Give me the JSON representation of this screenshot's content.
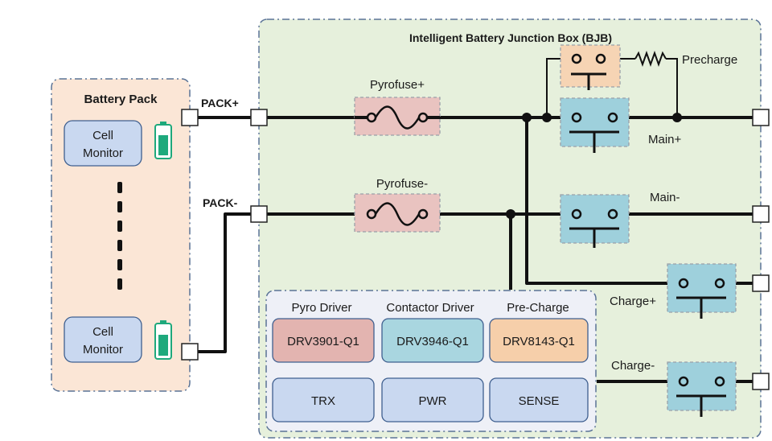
{
  "bjb": {
    "title": "Intelligent Battery Junction Box (BJB)"
  },
  "battery_pack": {
    "title": "Battery Pack",
    "cell_monitor_top": [
      "Cell",
      "Monitor"
    ],
    "cell_monitor_bottom": [
      "Cell",
      "Monitor"
    ]
  },
  "terminals": {
    "pack_plus": "PACK+",
    "pack_minus": "PACK-"
  },
  "fuses": {
    "plus": "Pyrofuse+",
    "minus": "Pyrofuse-"
  },
  "contactors": {
    "precharge": "Precharge",
    "main_plus": "Main+",
    "main_minus": "Main-",
    "charge_plus": "Charge+",
    "charge_minus": "Charge-"
  },
  "control": {
    "headers": [
      "Pyro Driver",
      "Contactor Driver",
      "Pre-Charge"
    ],
    "chips": [
      "DRV3901-Q1",
      "DRV3946-Q1",
      "DRV8143-Q1"
    ],
    "blocks": [
      "TRX",
      "PWR",
      "SENSE"
    ]
  },
  "colors": {
    "bjb_fill": "#e6f0dc",
    "pack_fill": "#fbe6d6",
    "control_fill": "#eef0f7",
    "box_blue": "#c9d8f0",
    "fuse_red": "#e9c3c0",
    "contactor_teal": "#9ed0dc",
    "precharge_orange": "#f6d4b4",
    "chip_red": "#e3b4b0",
    "chip_teal": "#a9d6e0",
    "chip_orange": "#f6cfaa",
    "battery_green": "#1ea97c",
    "dash_blue": "#5a7396"
  }
}
